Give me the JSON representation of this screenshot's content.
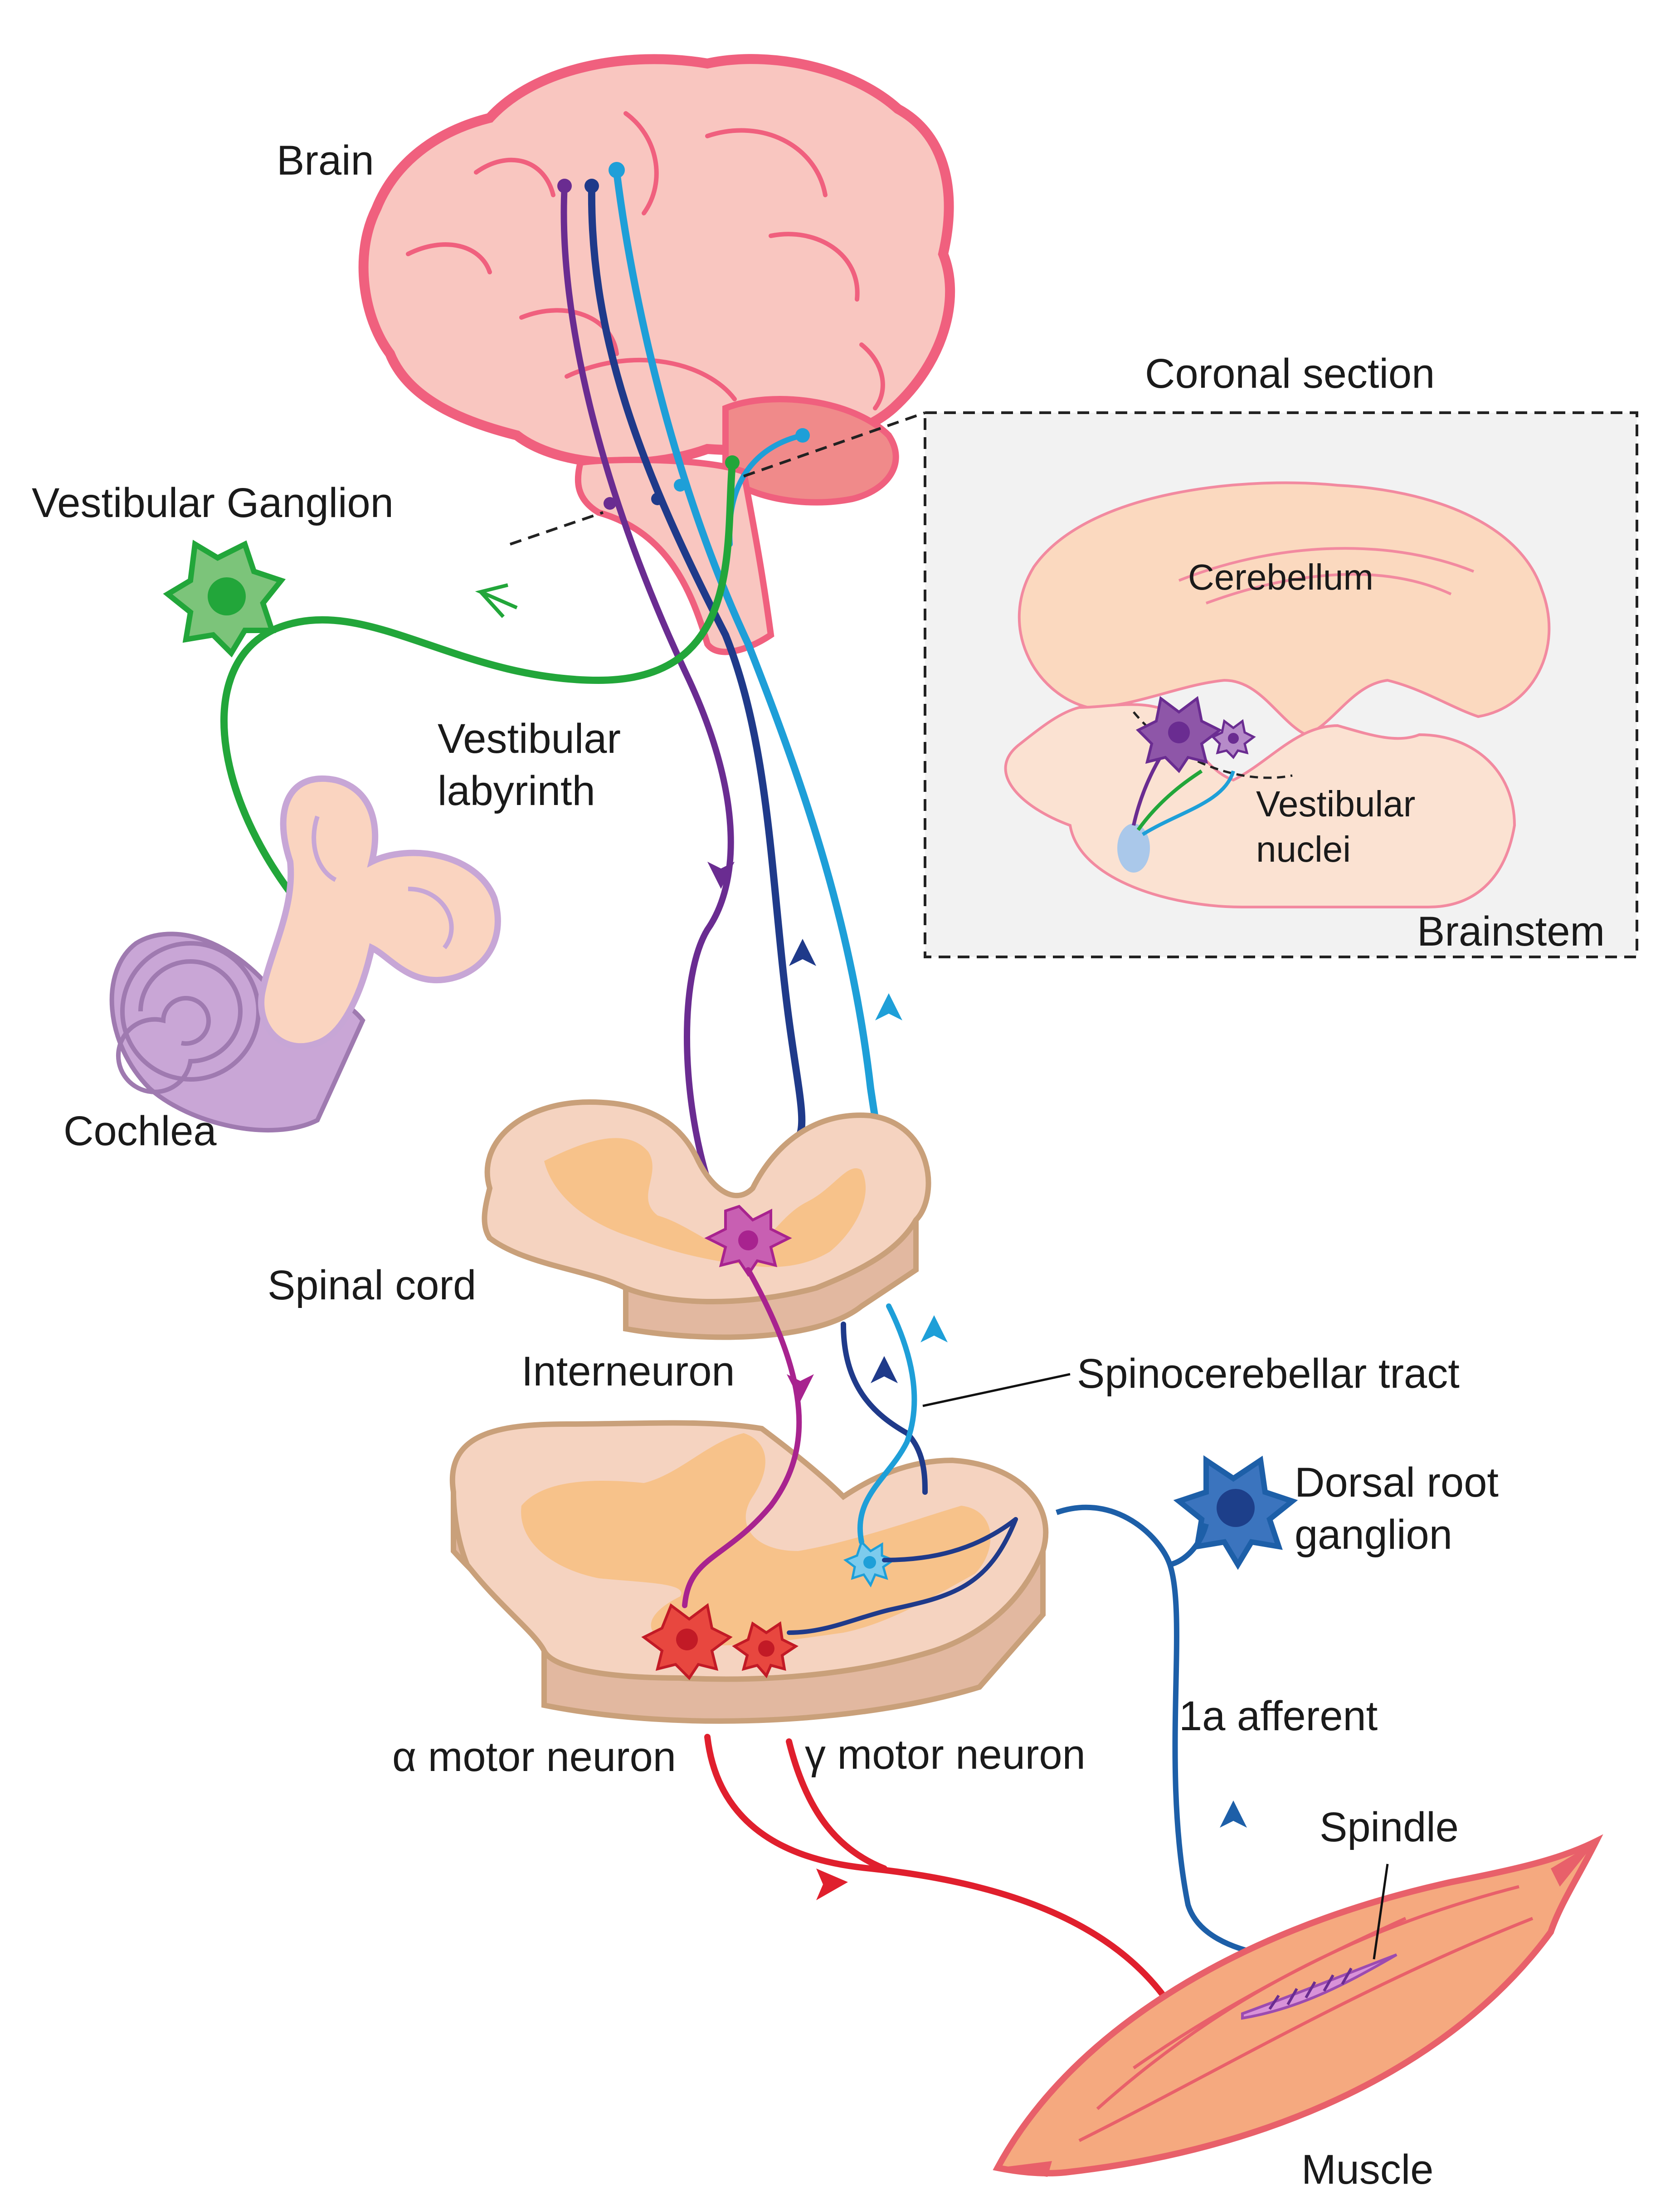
{
  "labels": {
    "brain": "Brain",
    "coronal_section": "Coronal section",
    "vestibular_ganglion": "Vestibular Ganglion",
    "cerebellum": "Cerebellum",
    "vestibular_labyrinth_1": "Vestibular",
    "vestibular_labyrinth_2": "labyrinth",
    "vestibular_nuclei_1": "Vestibular",
    "vestibular_nuclei_2": "nuclei",
    "brainstem": "Brainstem",
    "cochlea": "Cochlea",
    "spinal_cord": "Spinal cord",
    "interneuron": "Interneuron",
    "spinocerebellar_tract": "Spinocerebellar tract",
    "dorsal_root_ganglion_1": "Dorsal root",
    "dorsal_root_ganglion_2": "ganglion",
    "alpha_motor_neuron": "α motor neuron",
    "gamma_motor_neuron": "γ motor neuron",
    "afferent_1a": "1a afferent",
    "spindle": "Spindle",
    "muscle": "Muscle"
  },
  "colors": {
    "brain_fill": "#f9c6c0",
    "brain_outline": "#f0607e",
    "cerebellum_fill": "#f08a8a",
    "cord_fill": "#f5d3c0",
    "cord_grey": "#f7c28a",
    "cord_edge": "#c9a07a",
    "section_fill": "#fbd9bf",
    "inset_bg": "#f2f2f2",
    "purple": "#6a2c91",
    "navy": "#1f3a8a",
    "light_blue": "#1e9fd8",
    "green": "#22a63a",
    "magenta": "#a8238f",
    "red": "#e01f2d",
    "drg_blue": "#1d5fa8",
    "muscle_fill": "#f5a97f",
    "muscle_edge": "#e8606a",
    "cochlea_fill": "#c9a6d6",
    "labyrinth_fill": "#fad4c0"
  }
}
